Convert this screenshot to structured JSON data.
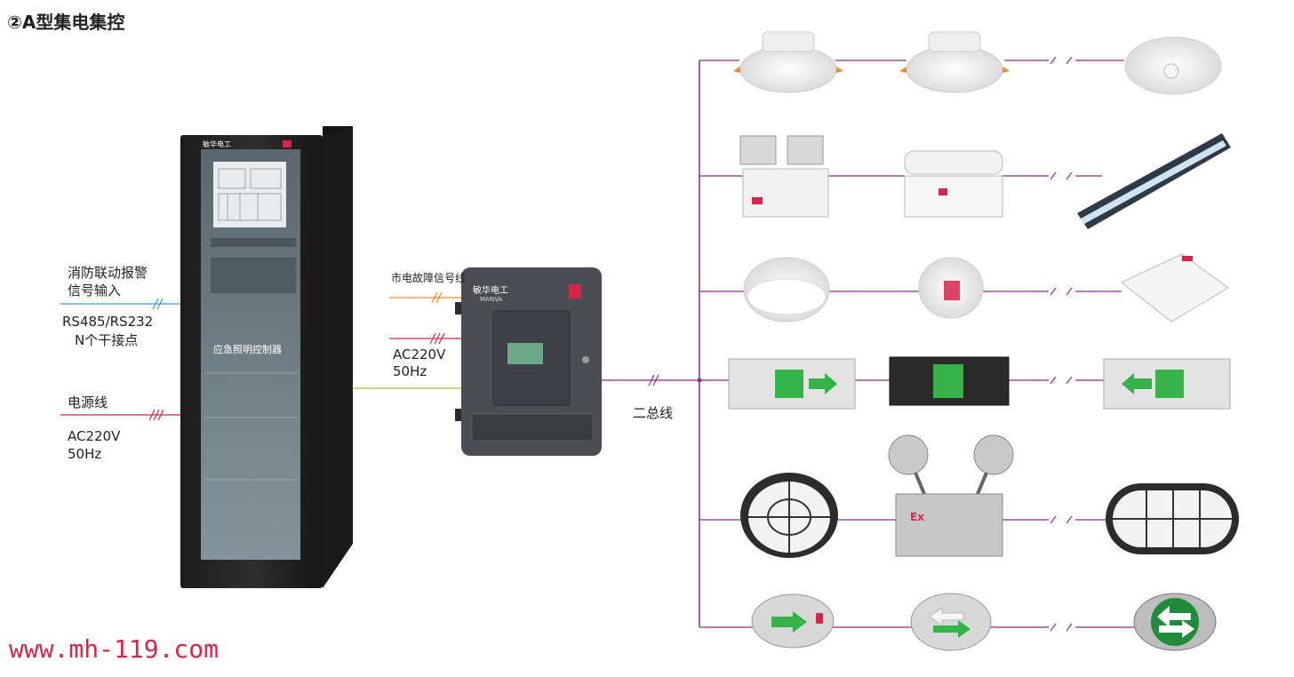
{
  "title": "②A型集电集控",
  "watermark": "www.mh-119.com",
  "left_labels": {
    "fire_signal_line1": "消防联动报警",
    "fire_signal_line2": "信号输入",
    "rs_line1": "RS485/RS232",
    "rs_line2": "N个干接点",
    "power_line": "电源线",
    "power_ac": "AC220V",
    "power_hz": "50Hz"
  },
  "cabinet": {
    "label": "应急照明控制器",
    "brand": "敏华电工"
  },
  "distribution_box": {
    "brand": "敏华电工",
    "brand_en": "MANVA"
  },
  "middle_labels": {
    "mains_fault_signal": "市电故障信号线",
    "ac": "AC220V",
    "hz": "50Hz"
  },
  "bus_label": "二总线",
  "colors": {
    "bus_line": "#8b2a8f",
    "fire_signal_line": "#3b9ad9",
    "power_line": "#d6254a",
    "mains_fault_line": "#f08a24",
    "ac_feed_line": "#9ac43b",
    "watermark": "#d6254a",
    "exit_sign_green": "#35b34a"
  },
  "device_rows": [
    {
      "items": [
        "recessed-downlight-icon",
        "recessed-downlight-icon",
        "ceiling-light-icon"
      ]
    },
    {
      "items": [
        "twin-spot-emergency-light-icon",
        "wall-emergency-light-icon",
        "tube-light-icon"
      ]
    },
    {
      "items": [
        "round-ceiling-light-icon",
        "spot-light-icon",
        "square-ceiling-light-icon"
      ]
    },
    {
      "items": [
        "exit-sign-right-icon",
        "exit-sign-icon",
        "exit-sign-left-icon"
      ]
    },
    {
      "items": [
        "bulkhead-round-light-icon",
        "explosion-proof-light-icon",
        "bulkhead-oval-light-icon"
      ]
    },
    {
      "items": [
        "floor-exit-right-icon",
        "floor-exit-double-icon",
        "floor-exit-green-icon"
      ]
    }
  ],
  "explosion_proof_mark": "Ex"
}
